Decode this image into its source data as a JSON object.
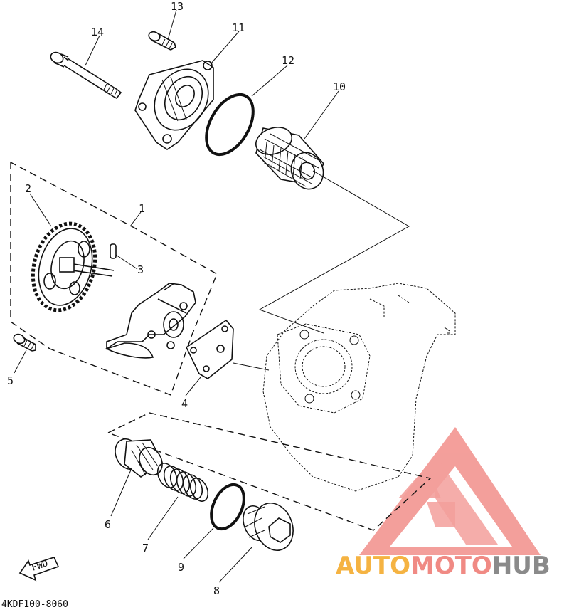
{
  "parts": [
    {
      "number": "1"
    },
    {
      "number": "2"
    },
    {
      "number": "3"
    },
    {
      "number": "4"
    },
    {
      "number": "5"
    },
    {
      "number": "6"
    },
    {
      "number": "7"
    },
    {
      "number": "8"
    },
    {
      "number": "9"
    },
    {
      "number": "10"
    },
    {
      "number": "11"
    },
    {
      "number": "12"
    },
    {
      "number": "13"
    },
    {
      "number": "14"
    }
  ],
  "direction_arrow": {
    "label": "FWD"
  },
  "diagram_code": "4KDF100-8060",
  "watermark": {
    "text_part1": "AUTO",
    "text_part2": "MOTO",
    "text_part3": "HUB",
    "color_auto": "#f5b342",
    "color_moto": "#f08a84",
    "color_hub": "#8a8a8a",
    "logo_color": "#f07f7a"
  }
}
